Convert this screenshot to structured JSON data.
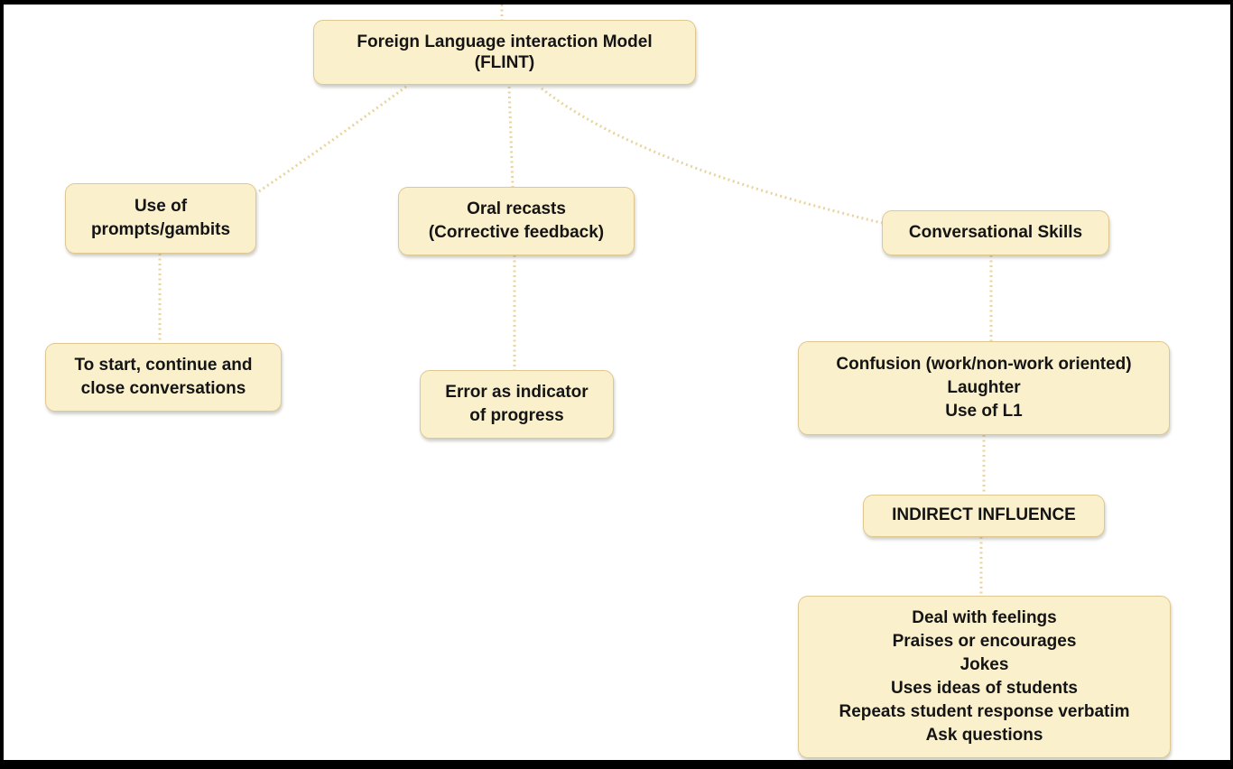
{
  "diagram": {
    "title": "Foreign Language interaction Model (FLINT) concept map",
    "colors": {
      "background": "#ffffff",
      "frame": "#000000",
      "node_fill": "#FAF0CC",
      "node_border": "#DFC890",
      "connector": "#E8D49C",
      "text": "#141414"
    },
    "nodes": [
      {
        "id": "flint",
        "lines": [
          "Foreign Language interaction Model",
          "(FLINT)"
        ]
      },
      {
        "id": "prompts",
        "lines": [
          "Use of",
          "prompts/gambits"
        ]
      },
      {
        "id": "oral-recasts",
        "lines": [
          "Oral recasts",
          "(Corrective feedback)"
        ]
      },
      {
        "id": "conversational-skills",
        "lines": [
          "Conversational Skills"
        ]
      },
      {
        "id": "start-continue-close",
        "lines": [
          "To start, continue and",
          "close conversations"
        ]
      },
      {
        "id": "error-indicator",
        "lines": [
          "Error as indicator",
          "of progress"
        ]
      },
      {
        "id": "confusion",
        "lines": [
          "Confusion (work/non-work oriented)",
          "Laughter",
          "Use of L1"
        ]
      },
      {
        "id": "indirect-influence",
        "lines": [
          "INDIRECT INFLUENCE"
        ]
      },
      {
        "id": "direct-behaviors",
        "lines": [
          "Deal with feelings",
          "Praises or encourages",
          "Jokes",
          "Uses ideas of students",
          "Repeats student response verbatim",
          "Ask questions"
        ]
      }
    ],
    "connectors": [
      {
        "from": "flint",
        "to": "prompts"
      },
      {
        "from": "flint",
        "to": "oral-recasts"
      },
      {
        "from": "flint",
        "to": "conversational-skills"
      },
      {
        "from": "prompts",
        "to": "start-continue-close"
      },
      {
        "from": "oral-recasts",
        "to": "error-indicator"
      },
      {
        "from": "conversational-skills",
        "to": "confusion"
      },
      {
        "from": "confusion",
        "to": "indirect-influence"
      },
      {
        "from": "indirect-influence",
        "to": "direct-behaviors"
      },
      {
        "from": "offscreen-top",
        "to": "flint"
      }
    ]
  }
}
